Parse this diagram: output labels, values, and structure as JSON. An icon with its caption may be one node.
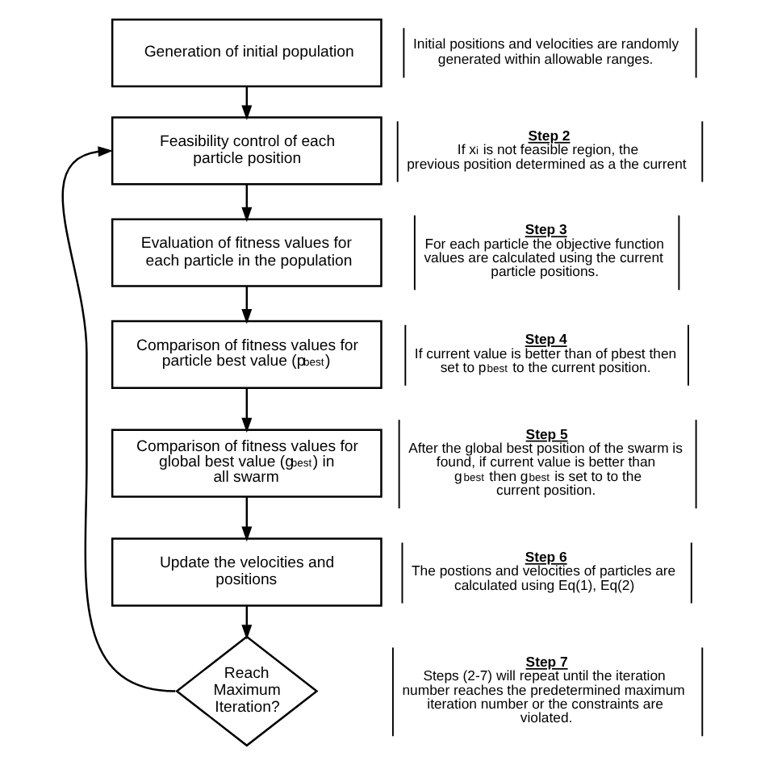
{
  "diagram": {
    "nodes": [
      {
        "text": [
          "Generation of initial population"
        ],
        "beside": [
          "Initial positions and velocities are randomly generated within allowable ranges."
        ]
      },
      {
        "text": [
          "Feasibility control of each particle position"
        ],
        "beside": [
          "Step 2",
          "If x$_{i}$ is not feasible region, the previous position determined as a the current"
        ]
      },
      {
        "text": [
          "Evaluation of fitness values for each particle in the population"
        ],
        "beside": [
          "Step 3",
          "For each particle the objective function values are calculated using the current particle positions."
        ]
      },
      {
        "text": [
          "Comparison of fitness values for particle best value (p$_{best}$)"
        ],
        "beside": [
          "Step 4",
          "If current value is better than of pbest then set to p$_{best}$ to the current position."
        ]
      },
      {
        "text": [
          "Comparison of fitness values for global best value (g$_{best}$) in all swarm"
        ],
        "beside": [
          "Step 5",
          "After the global best position of the swarm is found, if current value is better than g$_{best}$ then g$_{best}$ is set to to the current position."
        ]
      },
      {
        "text": [
          "Update the velocities and positions"
        ],
        "beside": [
          "Step 6",
          "The postions and velocities of particles are calculated using Eq(1), Eq(2)"
        ]
      },
      {
        "text": [
          "Reach Maximum Iteration?"
        ],
        "beside": [
          "Step 7",
          "Steps (2-7) will repeat until the iteration number reaches the predetermined maximum iteration number or the constraints are violated."
        ]
      }
    ],
    "edges": [
      {
        "from": 0,
        "to": 1,
        "arrow": "to"
      },
      {
        "from": 1,
        "to": 2,
        "arrow": "to"
      },
      {
        "from": 2,
        "to": 3,
        "arrow": "to"
      },
      {
        "from": 3,
        "to": 4,
        "arrow": "to"
      },
      {
        "from": 4,
        "to": 5,
        "arrow": "to"
      },
      {
        "from": 5,
        "to": 6,
        "arrow": "to"
      },
      {
        "from": 6,
        "to": 1,
        "arrow": "to"
      }
    ]
  }
}
